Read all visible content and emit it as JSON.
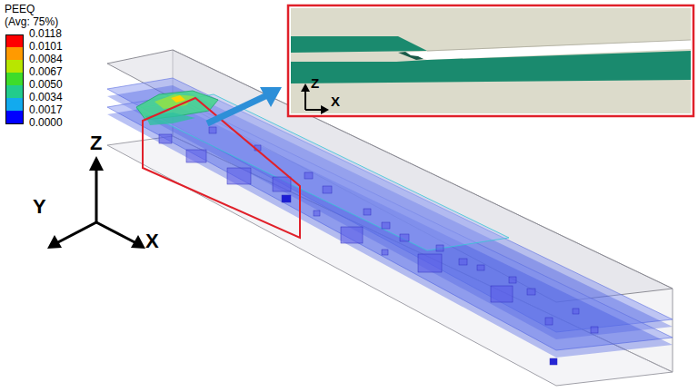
{
  "diagram": {
    "labels": [
      "PEEQ",
      "(Avg: 75%)",
      "0.0000",
      "Z",
      "Y",
      "X",
      "Z",
      "X"
    ],
    "legend": [
      {
        "text": "0.0118",
        "color": "#ff0000"
      },
      {
        "text": "0.0101",
        "color": "#ff9a00"
      },
      {
        "text": "0.0084",
        "color": "#b8e600"
      },
      {
        "text": "0.0067",
        "color": "#3edc2a"
      },
      {
        "text": "0.0050",
        "color": "#22cc8c"
      },
      {
        "text": "0.0034",
        "color": "#12aaee"
      },
      {
        "text": "0.0017",
        "color": "#0000ff"
      }
    ]
  }
}
